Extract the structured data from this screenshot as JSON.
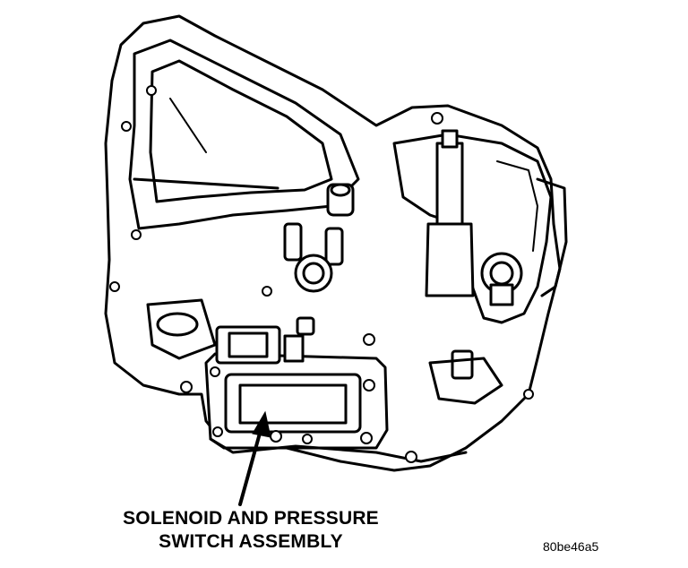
{
  "callout": {
    "line1": "SOLENOID AND PRESSURE",
    "line2": "SWITCH ASSEMBLY"
  },
  "figure_code": "80be46a5"
}
